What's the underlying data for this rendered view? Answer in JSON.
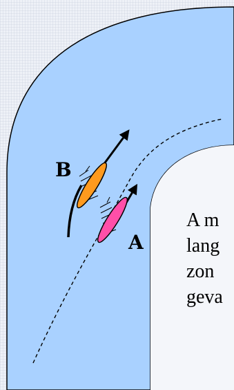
{
  "labels": {
    "a": "A",
    "b": "B"
  },
  "caption_lines": [
    "A m",
    "lang",
    "zon",
    "geva"
  ],
  "colors": {
    "water": "#a9d1ff",
    "outline": "#000000",
    "inner_bank": "#f4f6fa",
    "fish_a": "#ff4fa8",
    "fish_b": "#ff9a1e",
    "arrow": "#000000"
  },
  "icons": {
    "fish_a": "fish-shape",
    "fish_b": "fish-shape",
    "arrows": "arrow-icon"
  }
}
